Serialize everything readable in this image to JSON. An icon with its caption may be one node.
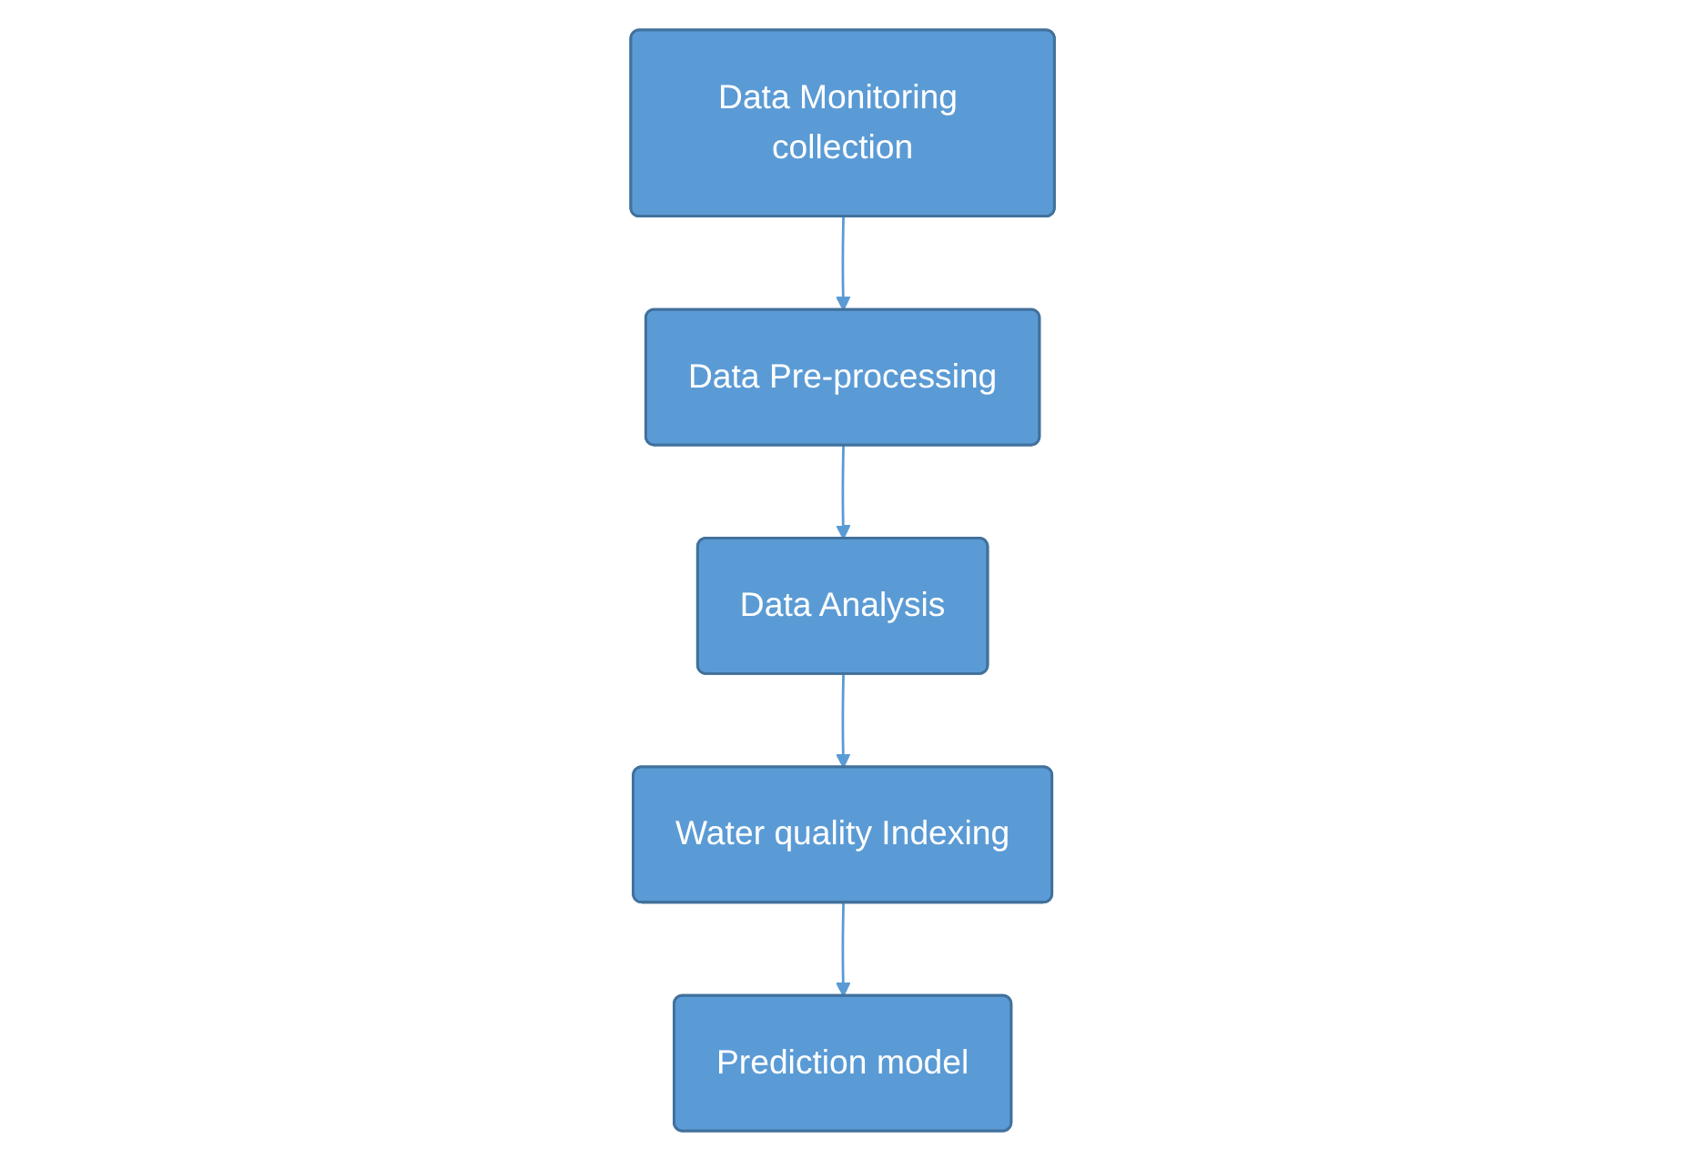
{
  "diagram": {
    "nodes": [
      {
        "text": [
          "Data Monitoring collection"
        ]
      },
      {
        "text": [
          "Data Pre-processing"
        ]
      },
      {
        "text": [
          "Data Analysis"
        ]
      },
      {
        "text": [
          "Water quality Indexing"
        ]
      },
      {
        "text": [
          "Prediction model"
        ]
      }
    ],
    "edges": [
      {
        "from": 0,
        "to": 1,
        "arrow": "to"
      },
      {
        "from": 1,
        "to": 2,
        "arrow": "to"
      },
      {
        "from": 2,
        "to": 3,
        "arrow": "to"
      },
      {
        "from": 3,
        "to": 4,
        "arrow": "to"
      }
    ]
  }
}
